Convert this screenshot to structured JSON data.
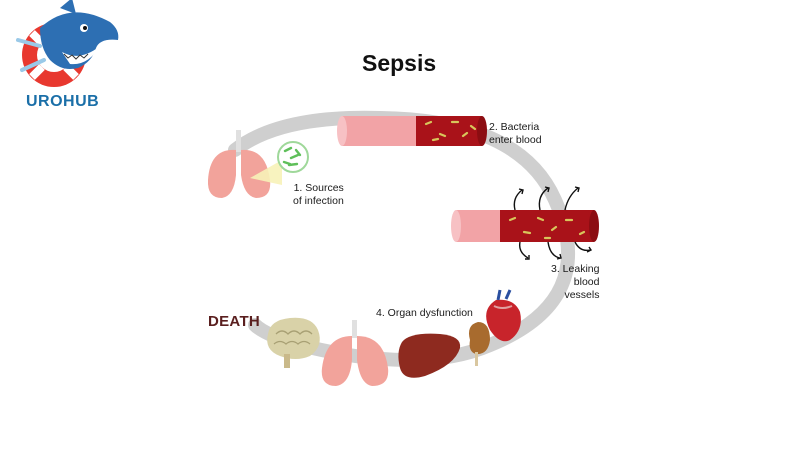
{
  "brand": {
    "name": "UROHUB"
  },
  "title": "Sepsis",
  "stages": {
    "s1": [
      "1. Sources",
      "of infection"
    ],
    "s2": [
      "2. Bacteria",
      "enter blood"
    ],
    "s3": [
      "3. Leaking",
      "blood",
      "vessels"
    ],
    "s4": [
      "4. Organ dysfunction"
    ]
  },
  "outcome": "DEATH",
  "colors": {
    "brand_blue": "#1b6fa8",
    "blood_red": "#b0141b",
    "vessel_pink": "#f2a3a6",
    "cycle_gray": "#cfcfcf",
    "death_text": "#5a1f1f"
  },
  "icons": [
    "shark-mascot-icon",
    "lifebuoy-icon",
    "lungs-icon",
    "bacteria-icon",
    "blood-vessel-icon",
    "leak-arrow-icon",
    "heart-icon",
    "kidney-icon",
    "liver-icon",
    "brain-icon"
  ]
}
